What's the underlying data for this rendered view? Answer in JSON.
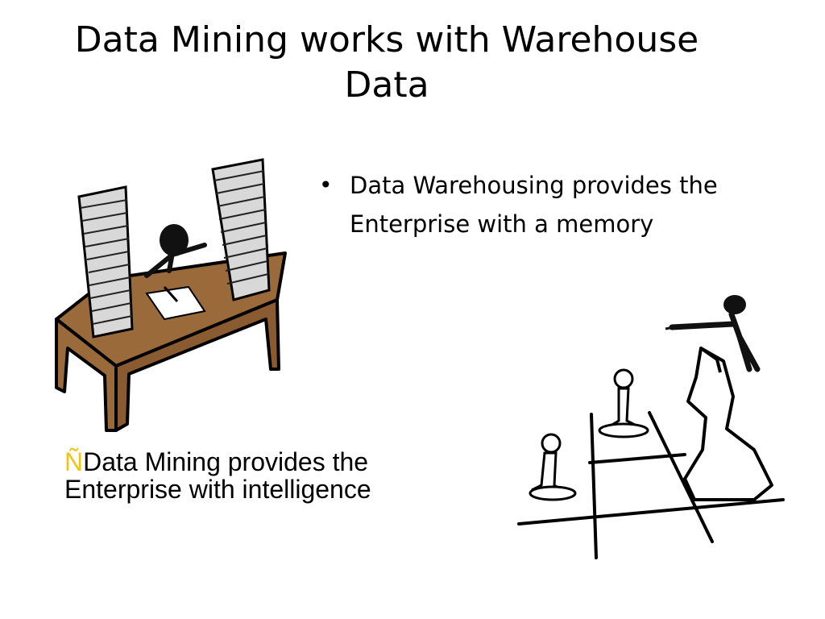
{
  "slide": {
    "title": "Data Mining works with Warehouse Data",
    "bullets": [
      {
        "text": "Data Warehousing provides the Enterprise with a memory"
      }
    ],
    "mining_callout": {
      "mark": "Ñ",
      "mark_color": "#f0c419",
      "text": "Data Mining provides the Enterprise with intelligence"
    }
  },
  "images": {
    "desk": "person-at-desk-with-paper-stacks-clipart",
    "chess": "chess-knight-rider-pointing-at-pawns-clipart"
  },
  "colors": {
    "desk_wood": "#9b6a3a",
    "paper": "#d8d8d8"
  }
}
